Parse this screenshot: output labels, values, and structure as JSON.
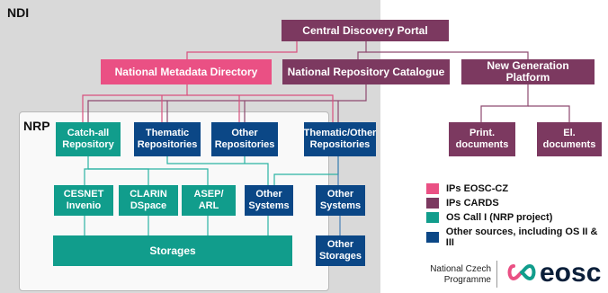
{
  "areas": {
    "ndi": "NDI",
    "nrp": "NRP"
  },
  "nodes": {
    "central_discovery_portal": "Central Discovery Portal",
    "national_metadata_directory": "National Metadata Directory",
    "national_repository_catalogue": "National Repository Catalogue",
    "new_generation_platform": "New Generation Platform",
    "catch_all_repository": "Catch-all Repository",
    "thematic_repositories": "Thematic Repositories",
    "other_repositories": "Other Repositories",
    "thematic_other_repositories": "Thematic/Other Repositories",
    "cesnet_invenio": "CESNET Invenio",
    "clarin_dspace": "CLARIN DSpace",
    "asep_arl": "ASEP/ ARL",
    "other_systems_inner": "Other Systems",
    "other_systems_outer": "Other Systems",
    "storages": "Storages",
    "other_storages": "Other Storages",
    "print_documents": "Print. documents",
    "el_documents": "El. documents"
  },
  "legend": [
    {
      "label": "IPs EOSC-CZ",
      "color": "#ea5084"
    },
    {
      "label": "IPs CARDS",
      "color": "#7c3960"
    },
    {
      "label": "OS Call I (NRP project)",
      "color": "#119d8c"
    },
    {
      "label": "Other sources, including OS II & III",
      "color": "#0b4786"
    }
  ],
  "branding": {
    "programme": "National Czech Programme",
    "logo_text": "eosc"
  },
  "colors": {
    "pink": "#ea5084",
    "plum": "#7c3960",
    "teal": "#119d8c",
    "navy": "#0b4786",
    "link_pink": "#d9507e",
    "link_plum": "#8e4a70",
    "link_teal": "#2bb3a3",
    "link_navy": "#4a80b8"
  }
}
